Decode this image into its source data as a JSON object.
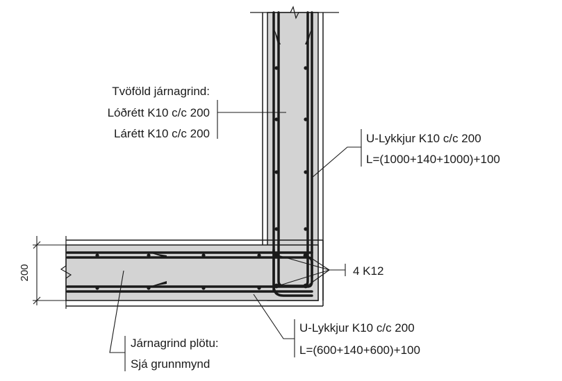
{
  "labels": {
    "wall_mesh": {
      "title": "Tvöföld járnagrind:",
      "vertical": "Lóðrétt K10 c/c 200",
      "horizontal": "Lárétt K10 c/c 200"
    },
    "wall_ubar": {
      "name": "U-Lykkjur K10 c/c 200",
      "length": "L=(1000+140+1000)+100"
    },
    "corner_bars": "4 K12",
    "slab_ubar": {
      "name": "U-Lykkjur K10 c/c 200",
      "length": "L=(600+140+600)+100"
    },
    "slab_mesh": {
      "title": "Járnagrind plötu:",
      "note": "Sjá grunnmynd"
    },
    "dimension": "200"
  },
  "colors": {
    "concrete_fill": "#d3d3d3",
    "rebar": "#1a1a1a",
    "line": "#1a1a1a"
  }
}
